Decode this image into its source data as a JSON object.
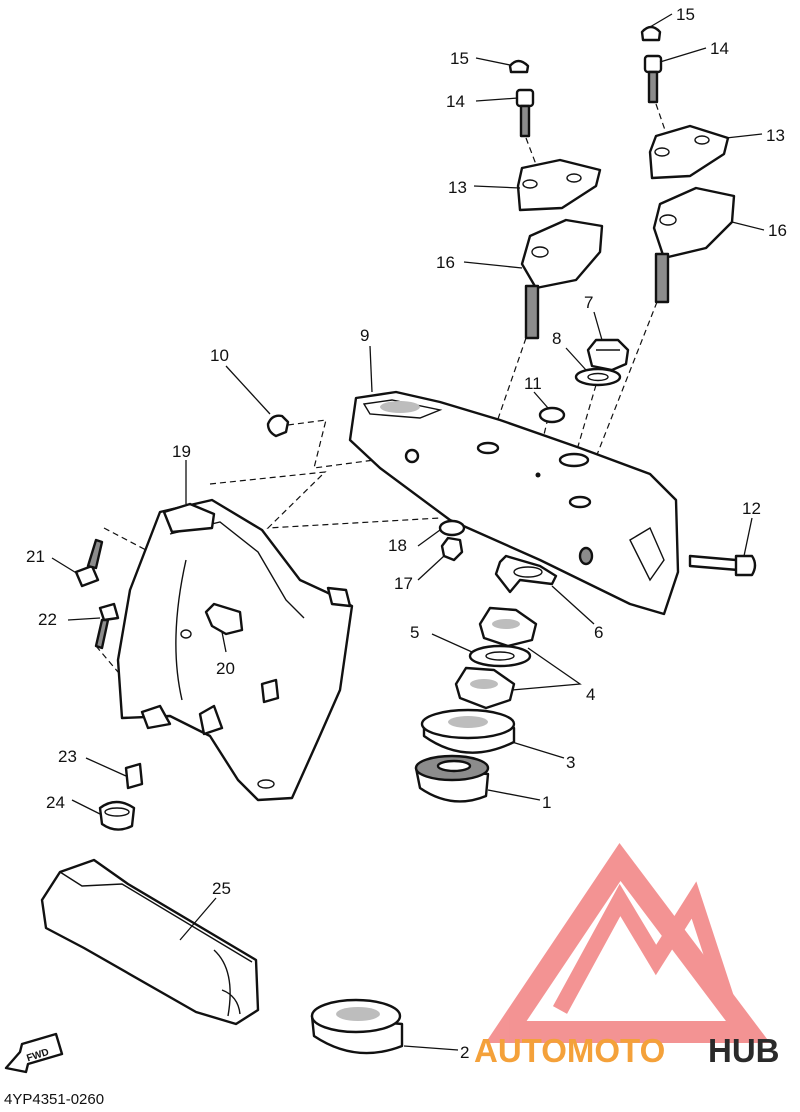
{
  "diagram": {
    "callouts": [
      "1",
      "2",
      "3",
      "4",
      "5",
      "6",
      "7",
      "8",
      "9",
      "10",
      "11",
      "12",
      "13",
      "14",
      "15",
      "16",
      "17",
      "18",
      "19",
      "20",
      "21",
      "22",
      "23",
      "24",
      "25"
    ],
    "fwd_label": "FWD",
    "catalog_code": "4YP4351-0260"
  },
  "watermark": {
    "word_a": "AUTOMOTO",
    "word_b": "HUB",
    "color_a": "#f4a13a",
    "color_b": "#2a2a2a",
    "logo_color": "#f07070"
  }
}
